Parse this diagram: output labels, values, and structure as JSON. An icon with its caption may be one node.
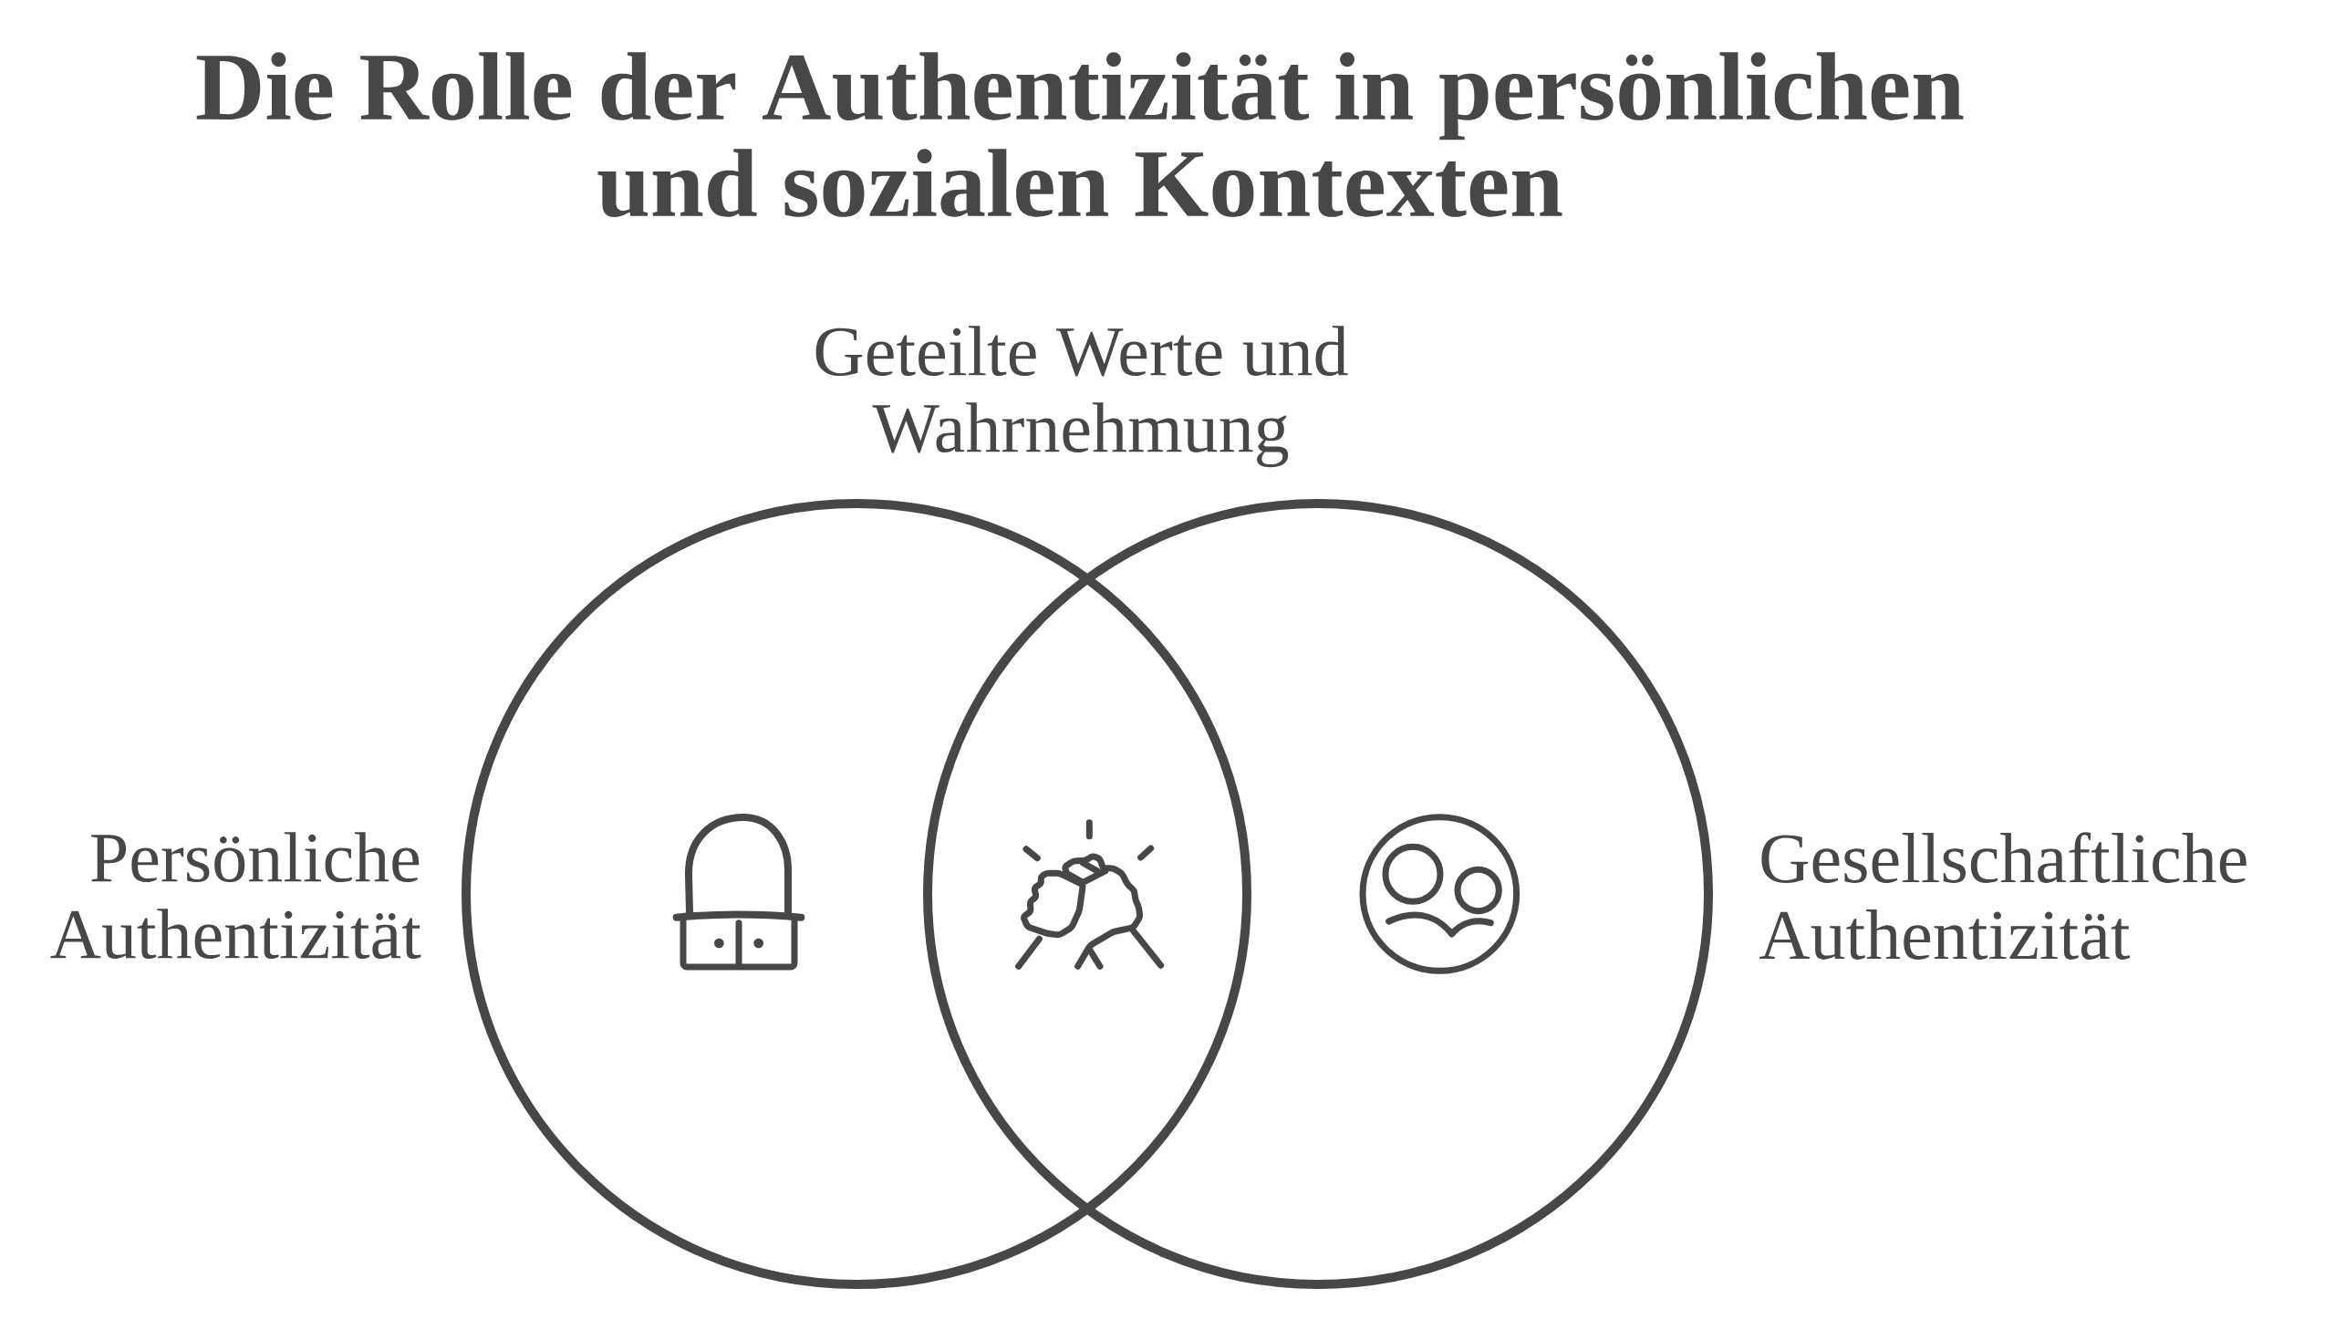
{
  "diagram": {
    "title": "Die Rolle der Authentizität in persönlichen und sozialen Kontexten",
    "nodes": [
      {
        "text": [
          "Persönliche Authentizität"
        ]
      },
      {
        "text": [
          "Gesellschaftliche Authentizität"
        ]
      }
    ],
    "labels": [
      "Geteilte Werte und Wahrnehmung"
    ]
  }
}
